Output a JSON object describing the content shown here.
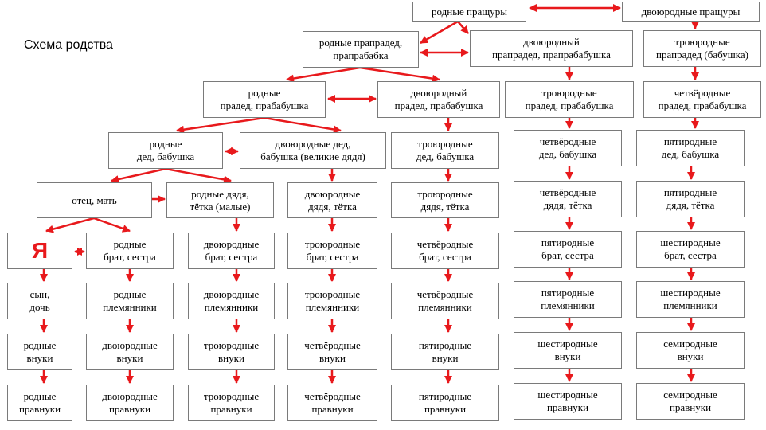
{
  "title": "Схема родства",
  "colors": {
    "arrow": "#e8191c",
    "border": "#7a7a7a",
    "me": "#e8191c"
  },
  "nodes": {
    "rp_pra": [
      "родные пращуры"
    ],
    "dv_pra": [
      "двоюродные пращуры"
    ],
    "rod_praprad": [
      "родные прапрадед,",
      "прапрабабка"
    ],
    "dv_praprad": [
      "двоюродный",
      "прапрадед, прапрабабушка"
    ],
    "tr_praprad": [
      "троюродные",
      "прапрадед (бабушка)"
    ],
    "rod_prad": [
      "родные",
      "прадед, прабабушка"
    ],
    "dv_prad": [
      "двоюродный",
      "прадед, прабабушка"
    ],
    "tr_prad": [
      "троюродные",
      "прадед, прабабушка"
    ],
    "ch_prad": [
      "четвёродные",
      "прадед, прабабушка"
    ],
    "rod_ded": [
      "родные",
      "дед, бабушка"
    ],
    "dv_ded": [
      "двоюродные дед,",
      "бабушка (великие дядя)"
    ],
    "tr_ded": [
      "троюродные",
      "дед, бабушка"
    ],
    "ch_ded": [
      "четвёродные",
      "дед, бабушка"
    ],
    "pyat_ded": [
      "пятиродные",
      "дед, бабушка"
    ],
    "otec": [
      "отец, мать"
    ],
    "rod_dyad": [
      "родные   дядя,",
      "тётка (малые)"
    ],
    "dv_dyad": [
      "двоюродные",
      "дядя, тётка"
    ],
    "tr_dyad": [
      "троюродные",
      "дядя, тётка"
    ],
    "ch_dyad": [
      "четвёродные",
      "дядя, тётка"
    ],
    "pyat_dyad": [
      "пятиродные",
      "дядя, тётка"
    ],
    "me": [
      "Я"
    ],
    "rod_brat": [
      "родные",
      "брат, сестра"
    ],
    "dv_brat": [
      "двоюродные",
      "брат, сестра"
    ],
    "tr_brat": [
      "троюродные",
      "брат, сестра"
    ],
    "ch_brat": [
      "четвёродные",
      "брат, сестра"
    ],
    "pyat_brat": [
      "пятиродные",
      "брат, сестра"
    ],
    "shest_brat": [
      "шестиродные",
      "брат, сестра"
    ],
    "syn": [
      "сын,",
      "дочь"
    ],
    "rod_plem": [
      "родные",
      "племянники"
    ],
    "dv_plem": [
      "двоюродные",
      "племянники"
    ],
    "tr_plem": [
      "троюродные",
      "племянники"
    ],
    "ch_plem": [
      "четвёродные",
      "племянники"
    ],
    "pyat_plem": [
      "пятиродные",
      "племянники"
    ],
    "shest_plem": [
      "шестиродные",
      "племянники"
    ],
    "rod_vnuk": [
      "родные",
      "внуки"
    ],
    "dv_vnuk": [
      "двоюродные",
      "внуки"
    ],
    "tr_vnuk": [
      "троюродные",
      "внуки"
    ],
    "ch_vnuk": [
      "четвёродные",
      "внуки"
    ],
    "pyat_vnuk": [
      "пятиродные",
      "внуки"
    ],
    "shest_vnuk": [
      "шестиродные",
      "внуки"
    ],
    "sem_vnuk": [
      "семиродные",
      "внуки"
    ],
    "rod_pravnuk": [
      "родные",
      "правнуки"
    ],
    "dv_pravnuk": [
      "двоюродные",
      "правнуки"
    ],
    "tr_pravnuk": [
      "троюродные",
      "правнуки"
    ],
    "ch_pravnuk": [
      "четвёродные",
      "правнуки"
    ],
    "pyat_pravnuk": [
      "пятиродные",
      "правнуки"
    ],
    "shest_pravnuk": [
      "шестиродные",
      "правнуки"
    ],
    "sem_pravnuk": [
      "семиродные",
      "правнуки"
    ]
  }
}
